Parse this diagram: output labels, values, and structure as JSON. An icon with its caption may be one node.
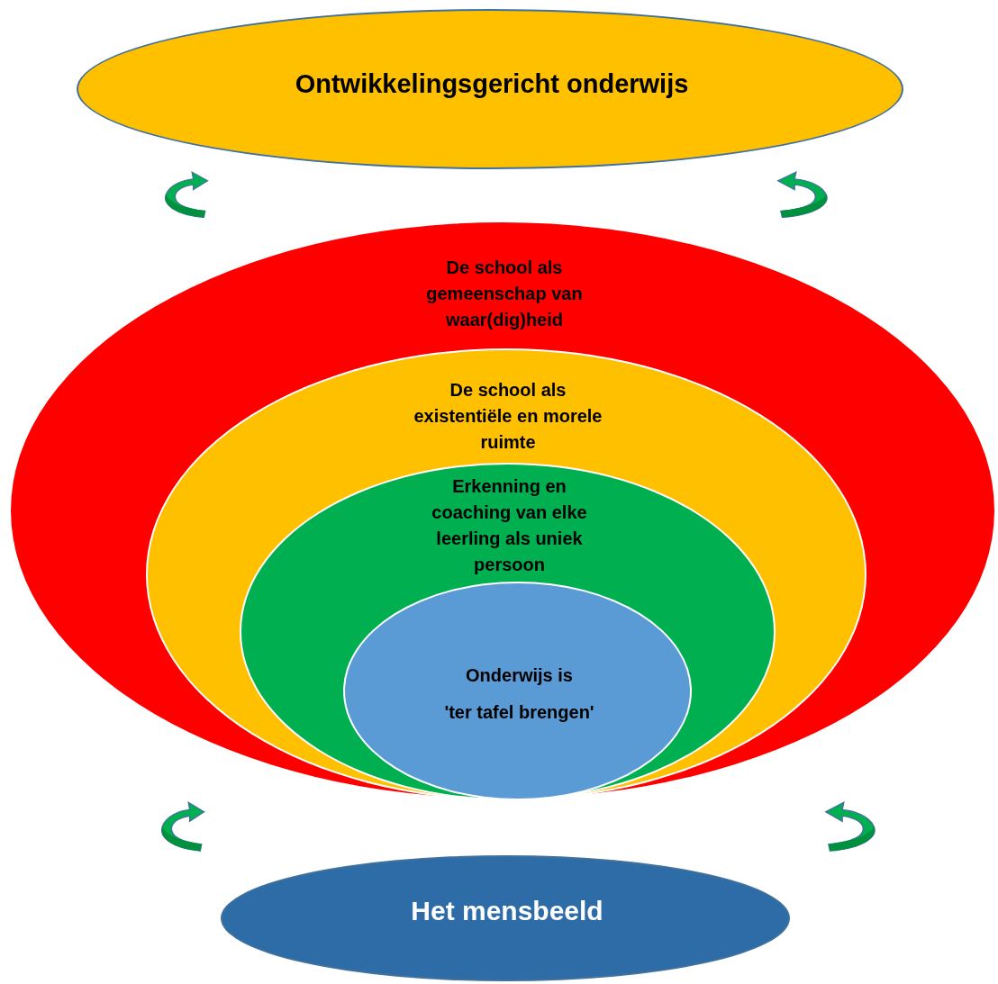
{
  "diagram": {
    "nodes": [
      {
        "text": [
          "Ontwikkelingsgericht onderwijs"
        ]
      },
      {
        "text": [
          "De school als gemeenschap van waar(dig)heid"
        ]
      },
      {
        "text": [
          "De school als existentiële en morele ruimte"
        ],
        "in": 1
      },
      {
        "text": [
          "Erkenning en coaching van elke leerling als uniek persoon"
        ],
        "in": 2
      },
      {
        "text": [
          "Onderwijs is",
          "'ter tafel brengen'"
        ],
        "in": 3
      },
      {
        "text": [
          "Het mensbeeld"
        ]
      }
    ]
  }
}
